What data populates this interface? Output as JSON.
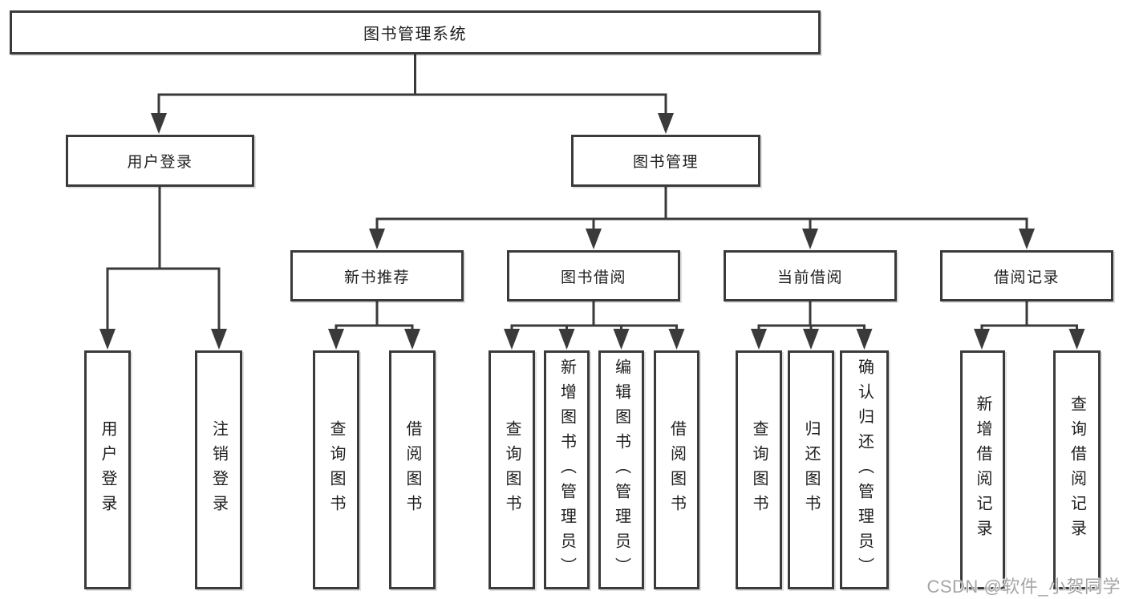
{
  "tree": {
    "root": {
      "label": "图书管理系统"
    },
    "user_login": {
      "label": "用户登录",
      "children": [
        {
          "label": "用户登录"
        },
        {
          "label": "注销登录"
        }
      ]
    },
    "book_mgmt": {
      "label": "图书管理",
      "groups": [
        {
          "label": "新书推荐",
          "children": [
            {
              "label": "查询图书"
            },
            {
              "label": "借阅图书"
            }
          ]
        },
        {
          "label": "图书借阅",
          "children": [
            {
              "label": "查询图书"
            },
            {
              "label": "新增图书（管理员）"
            },
            {
              "label": "编辑图书（管理员）"
            },
            {
              "label": "借阅图书"
            }
          ]
        },
        {
          "label": "当前借阅",
          "children": [
            {
              "label": "查询图书"
            },
            {
              "label": "归还图书"
            },
            {
              "label": "确认归还（管理员）"
            }
          ]
        },
        {
          "label": "借阅记录",
          "children": [
            {
              "label": "新增借阅记录"
            },
            {
              "label": "查询借阅记录"
            }
          ]
        }
      ]
    }
  },
  "watermark": "CSDN @软件_小贺同学"
}
